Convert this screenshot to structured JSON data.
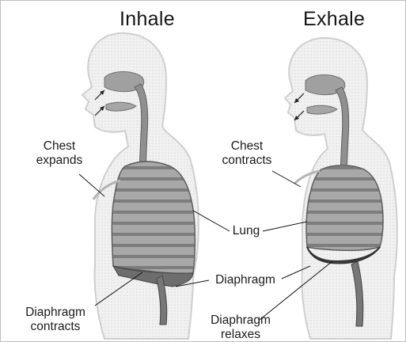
{
  "titles": {
    "left": "Inhale",
    "right": "Exhale"
  },
  "labels": {
    "inhale_chest_l1": "Chest",
    "inhale_chest_l2": "expands",
    "exhale_chest_l1": "Chest",
    "exhale_chest_l2": "contracts",
    "lung": "Lung",
    "diaphragm": "Diaphragm",
    "inhale_diaphragm_l1": "Diaphragm",
    "inhale_diaphragm_l2": "contracts",
    "exhale_diaphragm_l1": "Diaphragm",
    "exhale_diaphragm_l2": "relaxes"
  },
  "colors": {
    "outline": "#cfcfcf",
    "lung": "#9a9a9a",
    "lung_dark": "#6a6a6a",
    "airway": "#8c8c8c",
    "line": "#111111"
  }
}
